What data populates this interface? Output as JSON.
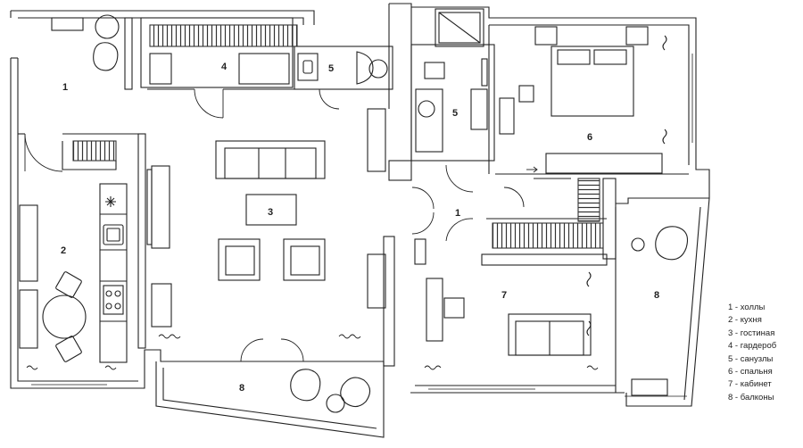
{
  "rooms": {
    "hall_left": "1",
    "hall_right": "1",
    "kitchen": "2",
    "living": "3",
    "wardrobe": "4",
    "bath_top": "5",
    "bath_right": "5",
    "bedroom": "6",
    "study": "7",
    "balcony_right": "8",
    "balcony_bottom": "8"
  },
  "legend": [
    "1 - холлы",
    "2 - кухня",
    "3 - гостиная",
    "4 - гардероб",
    "5 - санузлы",
    "6 - спальня",
    "7 - кабинет",
    "8 - балконы"
  ]
}
